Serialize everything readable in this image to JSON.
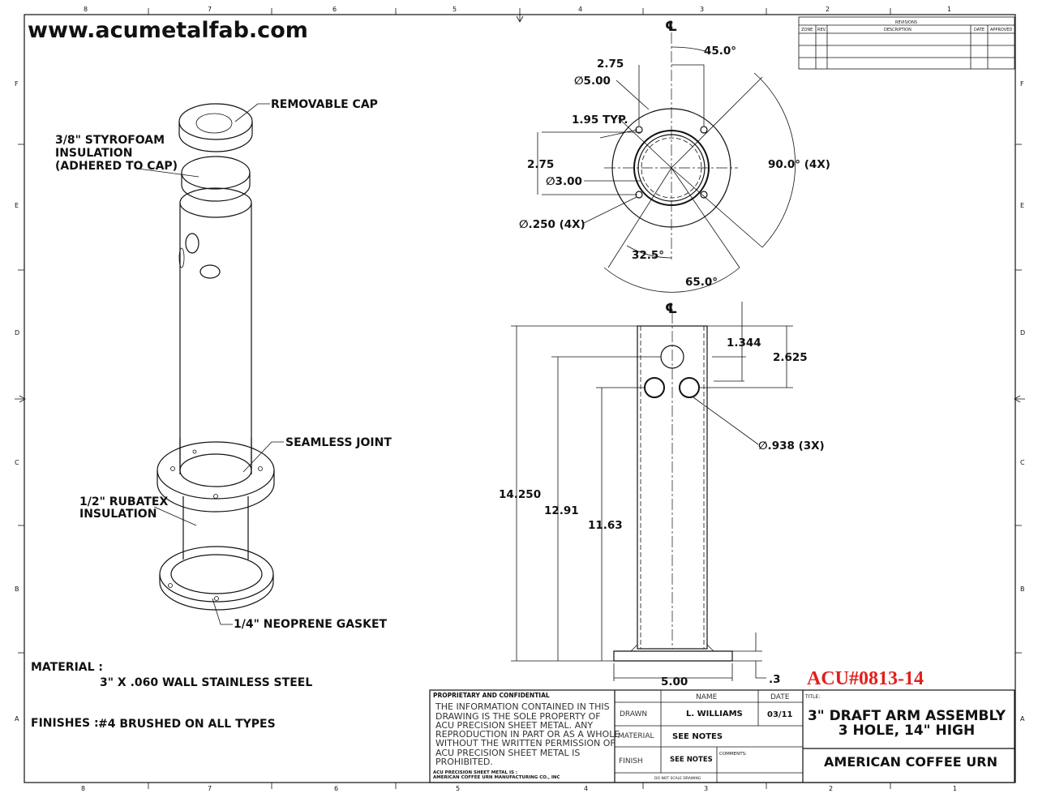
{
  "website": "www.acumetalfab.com",
  "zones": {
    "columns": [
      "8",
      "7",
      "6",
      "5",
      "4",
      "3",
      "2",
      "1"
    ],
    "rows": [
      "F",
      "E",
      "D",
      "C",
      "B",
      "A"
    ]
  },
  "revisions": {
    "title": "REVISIONS",
    "headers": [
      "ZONE",
      "REV.",
      "DESCRIPTION",
      "DATE",
      "APPROVED"
    ]
  },
  "callouts": {
    "removable_cap": "REMOVABLE CAP",
    "styrofoam": [
      "3/8\" STYROFOAM",
      "INSULATION",
      "(ADHERED TO CAP)"
    ],
    "seamless_joint": "SEAMLESS JOINT",
    "rubatex": [
      "1/2\" RUBATEX",
      "INSULATION"
    ],
    "gasket": "1/4\" NEOPRENE GASKET"
  },
  "top_view": {
    "centerline": "℄",
    "dims": {
      "a45": "45.0°",
      "d275_top": "2.75",
      "dia500": "∅5.00",
      "typ195": "1.95 TYP.",
      "d275_side": "2.75",
      "dia300": "∅3.00",
      "dia250": "∅.250 (4X)",
      "a90": "90.0° (4X)",
      "a325": "32.5°",
      "a65": "65.0°"
    }
  },
  "front_view": {
    "centerline": "℄",
    "dims": {
      "d1344": "1.344",
      "d2625": "2.625",
      "dia938": "∅.938 (3X)",
      "d14250": "14.250",
      "d1291": "12.91",
      "d1163": "11.63",
      "d500": "5.00",
      "d03": ".3"
    }
  },
  "part_number": "ACU#0813-14",
  "notes": {
    "material_label": "MATERIAL :",
    "material_value": "3\" X .060 WALL STAINLESS STEEL",
    "finishes_label": "FINISHES :",
    "finishes_value": "#4 BRUSHED ON ALL TYPES"
  },
  "title_block": {
    "proprietary_heading": "PROPRIETARY AND CONFIDENTIAL",
    "proprietary_lines": [
      "THE INFORMATION CONTAINED IN THIS",
      "DRAWING IS THE SOLE PROPERTY OF",
      "ACU PRECISION SHEET METAL.  ANY",
      "REPRODUCTION IN PART OR AS A WHOLE",
      "WITHOUT THE WRITTEN PERMISSION OF",
      "ACU PRECISION SHEET METAL IS",
      "PROHIBITED."
    ],
    "company_lines": [
      "ACU PRECISION SHEET METAL IS :",
      "AMERICAN COFFEE URN MANUFACTURING CO., INC"
    ],
    "name_header": "NAME",
    "date_header": "DATE",
    "drawn_label": "DRAWN",
    "drawn_name": "L. WILLIAMS",
    "drawn_date": "03/11",
    "material_label": "MATERIAL",
    "material_value": "SEE NOTES",
    "finish_label": "FINISH",
    "finish_value": "SEE NOTES",
    "comments_label": "COMMENTS:",
    "do_not_scale": "DO NOT SCALE DRAWING",
    "title_label": "TITLE:",
    "title_lines": [
      "3\" DRAFT ARM ASSEMBLY",
      "3 HOLE, 14\" HIGH"
    ],
    "customer": "AMERICAN COFFEE URN"
  }
}
